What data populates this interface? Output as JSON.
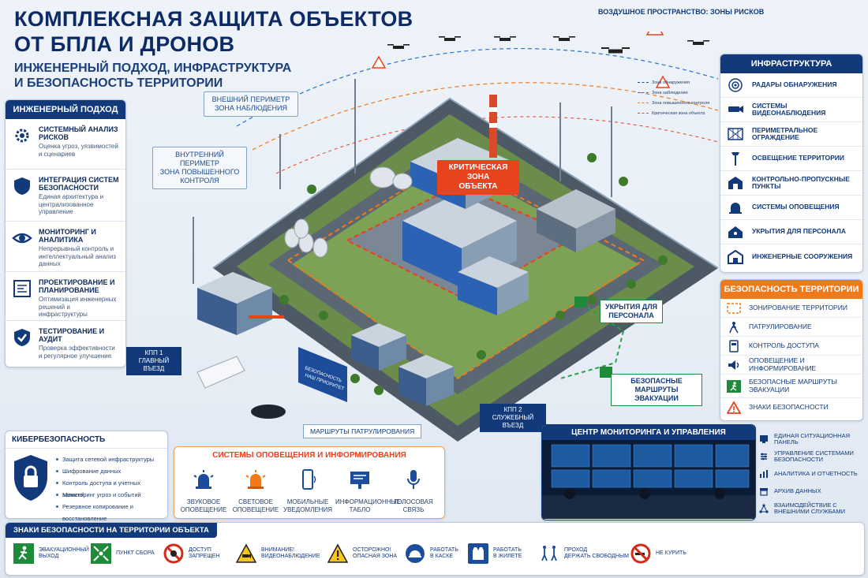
{
  "header": {
    "title_line1": "КОМПЛЕКСНАЯ ЗАЩИТА ОБЪЕКТОВ",
    "title_line2": "ОТ БПЛА И ДРОНОВ",
    "subtitle_line1": "ИНЖЕНЕРНЫЙ ПОДХОД, ИНФРАСТРУКТУРА",
    "subtitle_line2": "И БЕЗОПАСНОСТЬ ТЕРРИТОРИИ"
  },
  "airspace_label": "ВОЗДУШНОЕ ПРОСТРАНСТВО: ЗОНЫ РИСКОВ",
  "zone_legend": [
    {
      "label": "Зона обнаружения",
      "color": "#1f4fa8"
    },
    {
      "label": "Зона наблюдения",
      "color": "#2c6fd1"
    },
    {
      "label": "Зона повышенного контроля",
      "color": "#f07a1a"
    },
    {
      "label": "Критическая зона объекта",
      "color": "#e8431c"
    }
  ],
  "engineering": {
    "title": "ИНЖЕНЕРНЫЙ ПОДХОД",
    "items": [
      {
        "title": "СИСТЕМНЫЙ АНАЛИЗ РИСКОВ",
        "desc": "Оценка угроз, уязвимостей и сценариев",
        "icon": "gear-icon"
      },
      {
        "title": "ИНТЕГРАЦИЯ СИСТЕМ БЕЗОПАСНОСТИ",
        "desc": "Единая архитектура и централизованное управление",
        "icon": "shield-icon"
      },
      {
        "title": "МОНИТОРИНГ И АНАЛИТИКА",
        "desc": "Непрерывный контроль и интеллектуальный анализ данных",
        "icon": "eye-icon"
      },
      {
        "title": "ПРОЕКТИРОВАНИЕ И ПЛАНИРОВАНИЕ",
        "desc": "Оптимизация инженерных решений и инфраструктуры",
        "icon": "blueprint-icon"
      },
      {
        "title": "ТЕСТИРОВАНИЕ И АУДИТ",
        "desc": "Проверка эффективности и регулярное улучшение",
        "icon": "shield-check-icon"
      }
    ]
  },
  "infrastructure": {
    "title": "ИНФРАСТРУКТУРА",
    "items": [
      {
        "label": "РАДАРЫ ОБНАРУЖЕНИЯ",
        "icon": "radar-icon"
      },
      {
        "label": "СИСТЕМЫ ВИДЕОНАБЛЮДЕНИЯ",
        "icon": "camera-icon"
      },
      {
        "label": "ПЕРИМЕТРАЛЬНОЕ ОГРАЖДЕНИЕ",
        "icon": "fence-icon"
      },
      {
        "label": "ОСВЕЩЕНИЕ ТЕРРИТОРИИ",
        "icon": "lamp-icon"
      },
      {
        "label": "КОНТРОЛЬНО-ПРОПУСКНЫЕ ПУНКТЫ",
        "icon": "checkpoint-icon"
      },
      {
        "label": "СИСТЕМЫ ОПОВЕЩЕНИЯ",
        "icon": "siren-icon"
      },
      {
        "label": "УКРЫТИЯ ДЛЯ ПЕРСОНАЛА",
        "icon": "shelter-icon"
      },
      {
        "label": "ИНЖЕНЕРНЫЕ СООРУЖЕНИЯ",
        "icon": "building-icon"
      }
    ]
  },
  "territory": {
    "title": "БЕЗОПАСНОСТЬ ТЕРРИТОРИИ",
    "items": [
      {
        "label": "ЗОНИРОВАНИЕ ТЕРРИТОРИИ",
        "icon": "zoning-icon"
      },
      {
        "label": "ПАТРУЛИРОВАНИЕ",
        "icon": "patrol-icon"
      },
      {
        "label": "КОНТРОЛЬ ДОСТУПА",
        "icon": "access-icon"
      },
      {
        "label": "ОПОВЕЩЕНИЕ И ИНФОРМИРОВАНИЕ",
        "icon": "speaker-icon"
      },
      {
        "label": "БЕЗОПАСНЫЕ МАРШРУТЫ ЭВАКУАЦИИ",
        "icon": "exit-icon"
      },
      {
        "label": "ЗНАКИ БЕЗОПАСНОСТИ",
        "icon": "warning-icon"
      }
    ]
  },
  "scene_labels": {
    "outer_perimeter": "ВНЕШНИЙ ПЕРИМЕТР",
    "outer_zone": "ЗОНА НАБЛЮДЕНИЯ",
    "inner_perimeter": "ВНУТРЕННИЙ ПЕРИМЕТР",
    "inner_zone": "ЗОНА ПОВЫШЕННОГО КОНТРОЛЯ",
    "critical_line1": "КРИТИЧЕСКАЯ ЗОНА",
    "critical_line2": "ОБЪЕКТА",
    "shelter_line1": "УКРЫТИЯ ДЛЯ",
    "shelter_line2": "ПЕРСОНАЛА",
    "evac_line1": "БЕЗОПАСНЫЕ МАРШРУТЫ",
    "evac_line2": "ЭВАКУАЦИИ",
    "kpp1_line1": "КПП 1",
    "kpp1_line2": "ГЛАВНЫЙ ВЪЕЗД",
    "kpp2_line1": "КПП 2",
    "kpp2_line2": "СЛУЖЕБНЫЙ ВЪЕЗД",
    "patrol_routes": "МАРШРУТЫ ПАТРУЛИРОВАНИЯ",
    "billboard_line1": "БЕЗОПАСНОСТЬ",
    "billboard_line2": "НАШ ПРИОРИТЕТ"
  },
  "cyber": {
    "title": "КИБЕРБЕЗОПАСНОСТЬ",
    "items": [
      "Защита сетевой инфраструктуры",
      "Шифрование данных",
      "Контроль доступа и учетных записей",
      "Мониторинг угроз и событий",
      "Резервное копирование и восстановление"
    ]
  },
  "notify": {
    "title": "СИСТЕМЫ ОПОВЕЩЕНИЯ И ИНФОРМИРОВАНИЯ",
    "items": [
      {
        "l1": "ЗВУКОВОЕ",
        "l2": "ОПОВЕЩЕНИЕ",
        "icon": "siren-blue-icon"
      },
      {
        "l1": "СВЕТОВОЕ",
        "l2": "ОПОВЕЩЕНИЕ",
        "icon": "beacon-icon"
      },
      {
        "l1": "МОБИЛЬНЫЕ",
        "l2": "УВЕДОМЛЕНИЯ",
        "icon": "phone-icon"
      },
      {
        "l1": "ИНФОРМАЦИОННЫЕ",
        "l2": "ТАБЛО",
        "icon": "board-icon"
      },
      {
        "l1": "ГОЛОСОВАЯ",
        "l2": "СВЯЗЬ",
        "icon": "microphone-icon"
      }
    ]
  },
  "monitoring": {
    "title": "ЦЕНТР МОНИТОРИНГА И УПРАВЛЕНИЯ",
    "items": [
      {
        "label": "ЕДИНАЯ СИТУАЦИОННАЯ ПАНЕЛЬ",
        "icon": "dashboard-icon"
      },
      {
        "label": "УПРАВЛЕНИЕ СИСТЕМАМИ БЕЗОПАСНОСТИ",
        "icon": "sliders-icon"
      },
      {
        "label": "АНАЛИТИКА И ОТЧЕТНОСТЬ",
        "icon": "chart-icon"
      },
      {
        "label": "АРХИВ ДАННЫХ",
        "icon": "archive-icon"
      },
      {
        "label": "ВЗАИМОДЕЙСТВИЕ С ВНЕШНИМИ СЛУЖБАМИ",
        "icon": "network-icon"
      }
    ]
  },
  "signs": {
    "title": "ЗНАКИ БЕЗОПАСНОСТИ НА ТЕРРИТОРИИ ОБЪЕКТА",
    "items": [
      {
        "l1": "ЭВАКУАЦИОННЫЙ",
        "l2": "ВЫХОД",
        "icon": "evac-exit-icon"
      },
      {
        "l1": "ПУНКТ СБОРА",
        "l2": "",
        "icon": "assembly-point-icon"
      },
      {
        "l1": "ДОСТУП",
        "l2": "ЗАПРЕЩЕН",
        "icon": "no-entry-icon"
      },
      {
        "l1": "ВНИМАНИЕ!",
        "l2": "ВИДЕОНАБЛЮДЕНИЕ",
        "icon": "cctv-warning-icon"
      },
      {
        "l1": "ОСТОРОЖНО!",
        "l2": "ОПАСНАЯ ЗОНА",
        "icon": "danger-icon"
      },
      {
        "l1": "РАБОТАТЬ",
        "l2": "В КАСКЕ",
        "icon": "helmet-icon"
      },
      {
        "l1": "РАБОТАТЬ",
        "l2": "В ЖИЛЕТЕ",
        "icon": "vest-icon"
      },
      {
        "l1": "ПРОХОД",
        "l2": "ДЕРЖАТЬ СВОБОДНЫМ",
        "icon": "keep-clear-icon"
      },
      {
        "l1": "НЕ КУРИТЬ",
        "l2": "",
        "icon": "no-smoking-icon"
      }
    ]
  }
}
